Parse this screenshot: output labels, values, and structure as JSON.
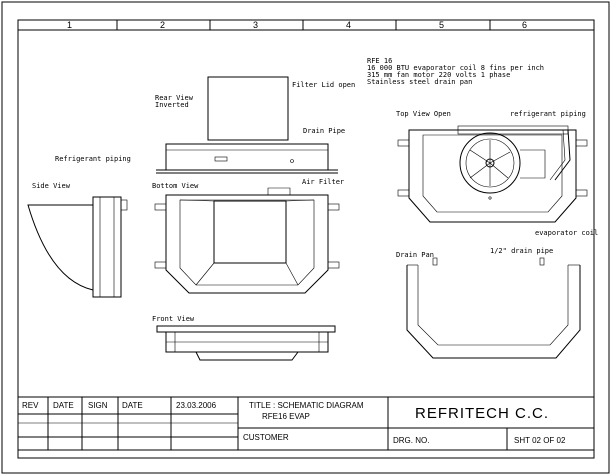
{
  "columns": [
    "1",
    "2",
    "3",
    "4",
    "5",
    "6"
  ],
  "notes": {
    "line1": "RFE 16",
    "line2": "16 000 BTU evaporator coil 8 fins per inch",
    "line3": "315 mm fan motor 220 volts 1 phase",
    "line4": "Stainless steel drain pan"
  },
  "labels": {
    "rear_view": "Rear View",
    "inverted": "Inverted",
    "filter_lid": "Filter Lid open",
    "drain_pipe": "Drain Pipe",
    "refrigerant_piping_left": "Refrigerant piping",
    "side_view": "Side View",
    "bottom_view": "Bottom View",
    "air_filter": "Air Filter",
    "front_view": "Front View",
    "top_view": "Top View Open",
    "refrigerant_piping_right": "refrigerant piping",
    "evaporator_coil": "evaporator coil",
    "drain_pan": "Drain Pan",
    "half_drain_pipe": "1/2\" drain pipe"
  },
  "title_block": {
    "rev": "REV",
    "date1": "DATE",
    "sign": "SIGN",
    "date2": "DATE",
    "date_value": "23.03.2006",
    "title": "TITLE :  SCHEMATIC DIAGRAM",
    "subtitle": "RFE16 EVAP",
    "company": "REFRITECH C.C.",
    "customer": "CUSTOMER",
    "drg_no": "DRG. NO.",
    "sheet": "SHT  02  OF  02"
  }
}
